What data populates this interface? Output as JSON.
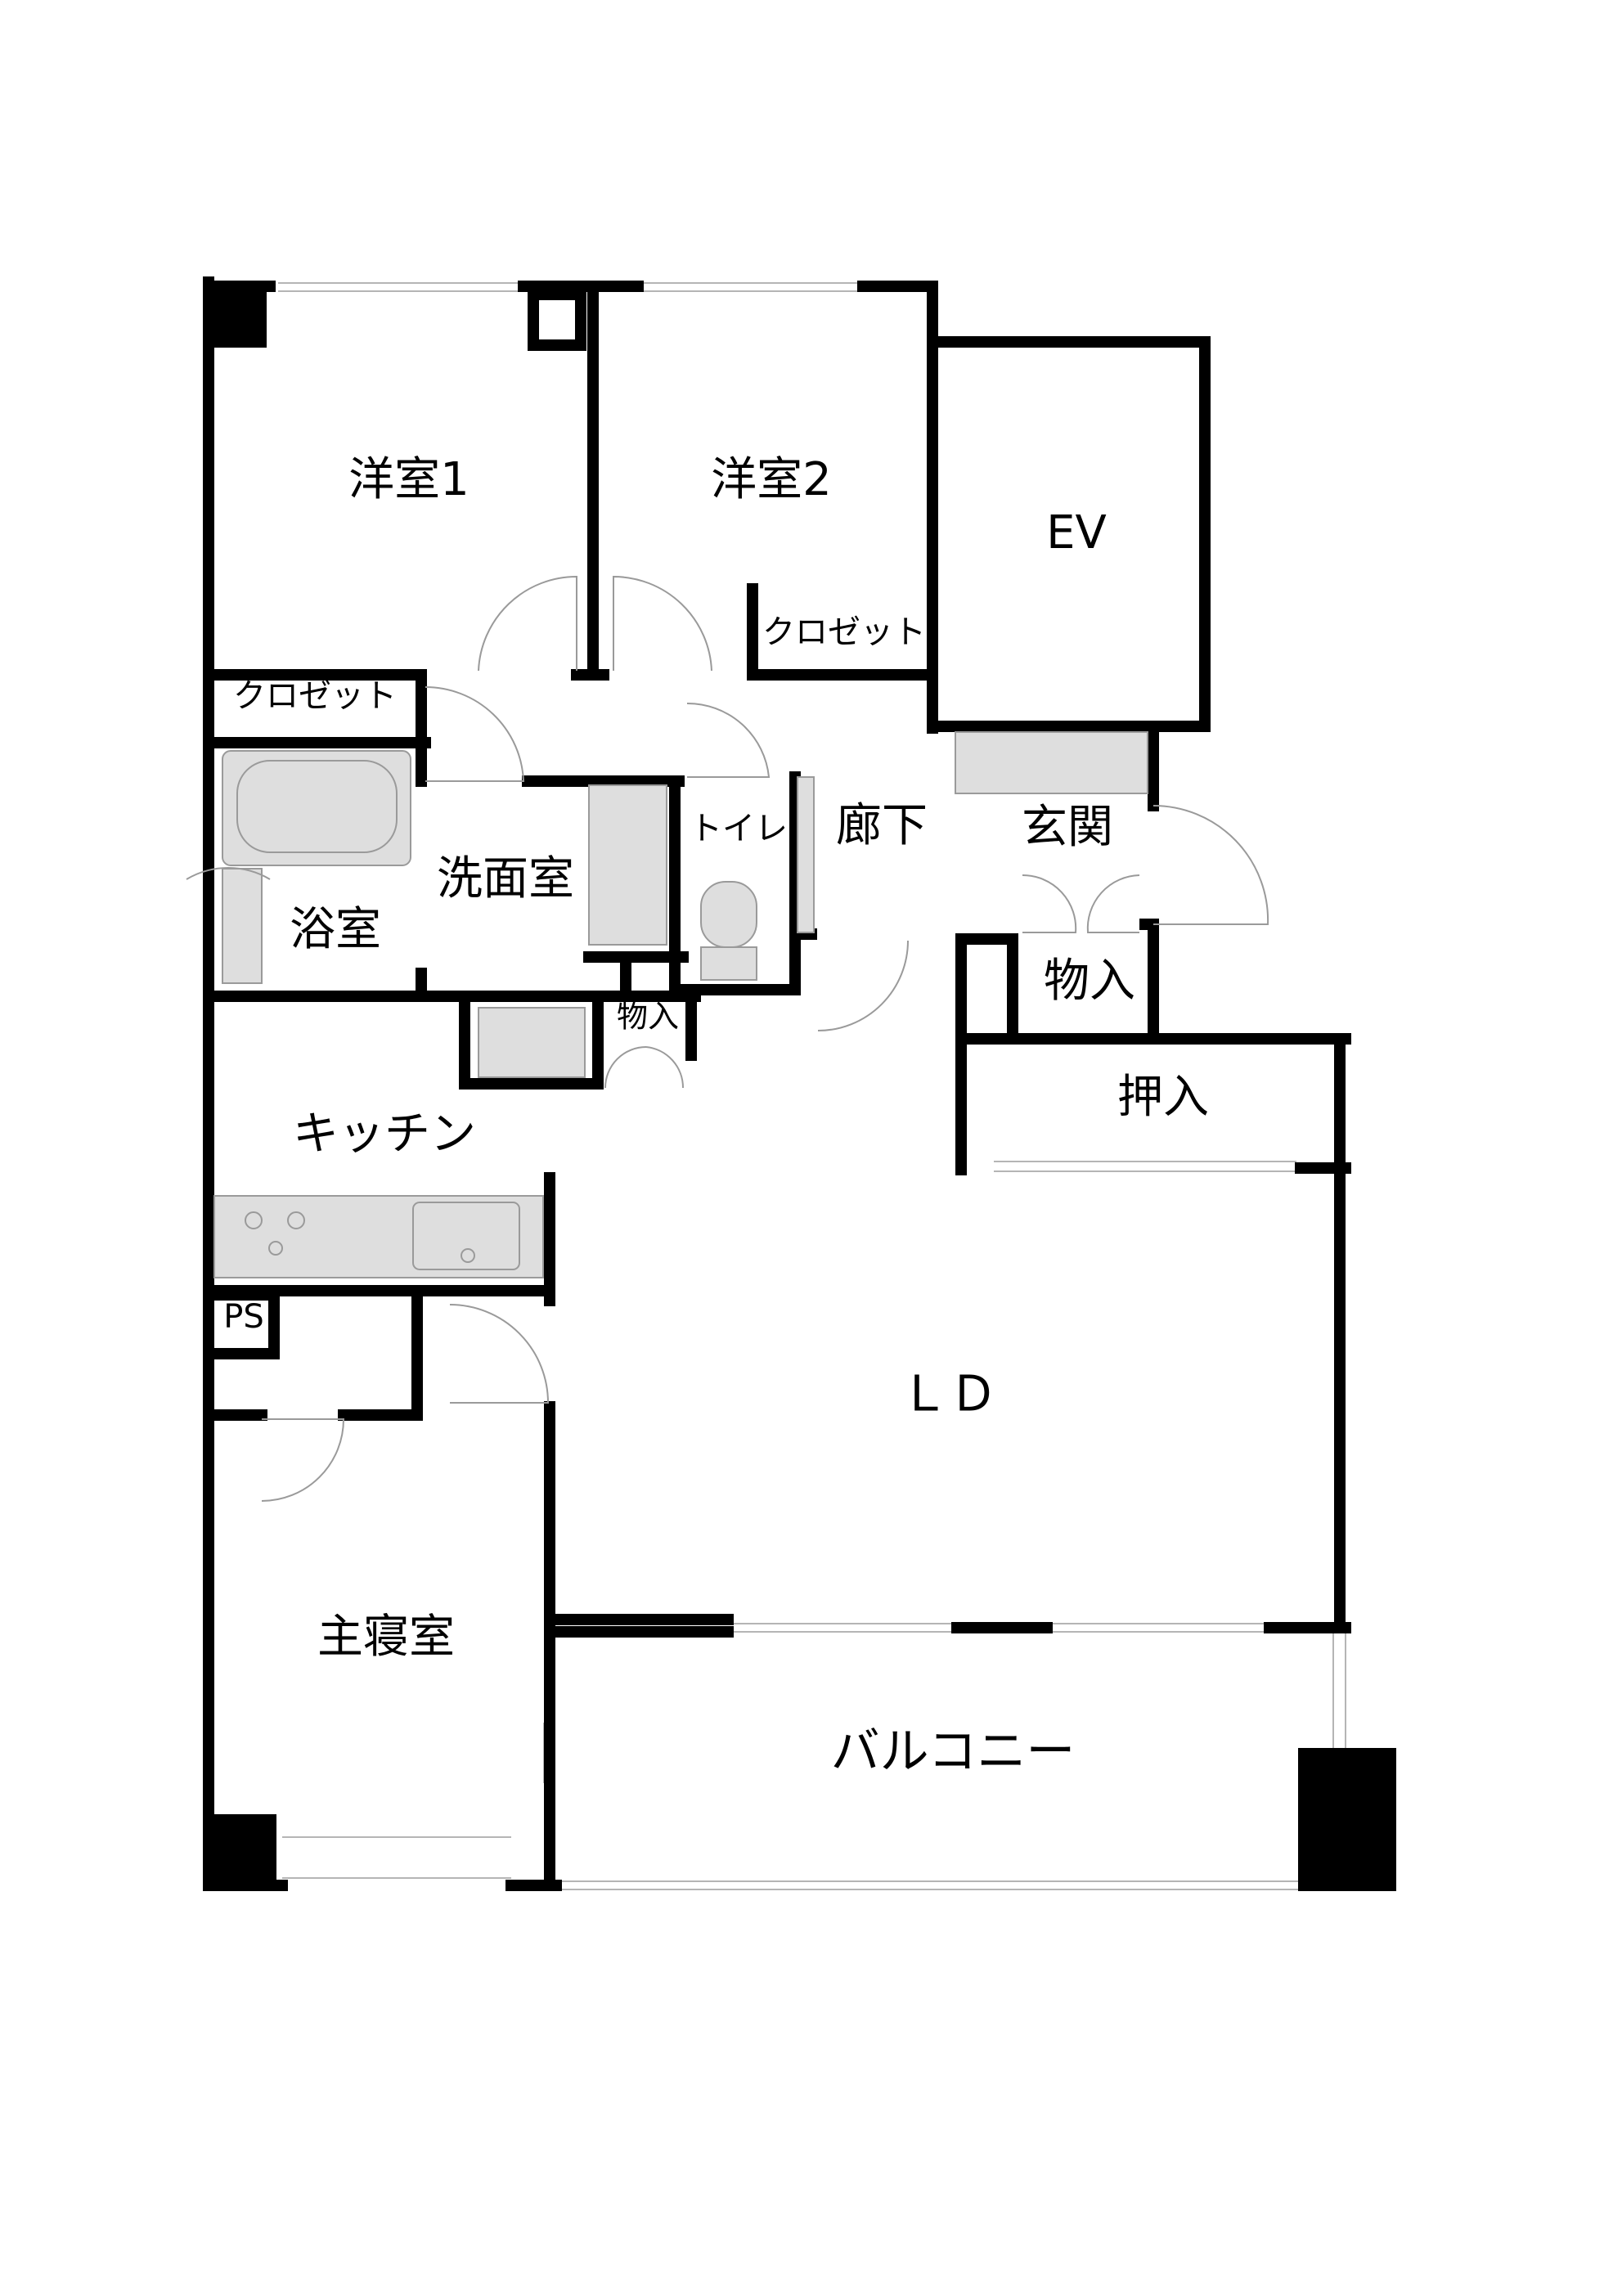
{
  "rooms": {
    "western1": "洋室1",
    "western2": "洋室2",
    "ev": "EV",
    "closet1": "クロゼット",
    "closet2": "クロゼット",
    "bath": "浴室",
    "washroom": "洗面室",
    "toilet": "トイレ",
    "corridor": "廊下",
    "entrance": "玄関",
    "storage_entrance": "物入",
    "storage_wash": "物入",
    "oshiire": "押入",
    "kitchen": "キッチン",
    "ps": "PS",
    "ld": "ＬＤ",
    "master": "主寝室",
    "balcony": "バルコニー"
  }
}
